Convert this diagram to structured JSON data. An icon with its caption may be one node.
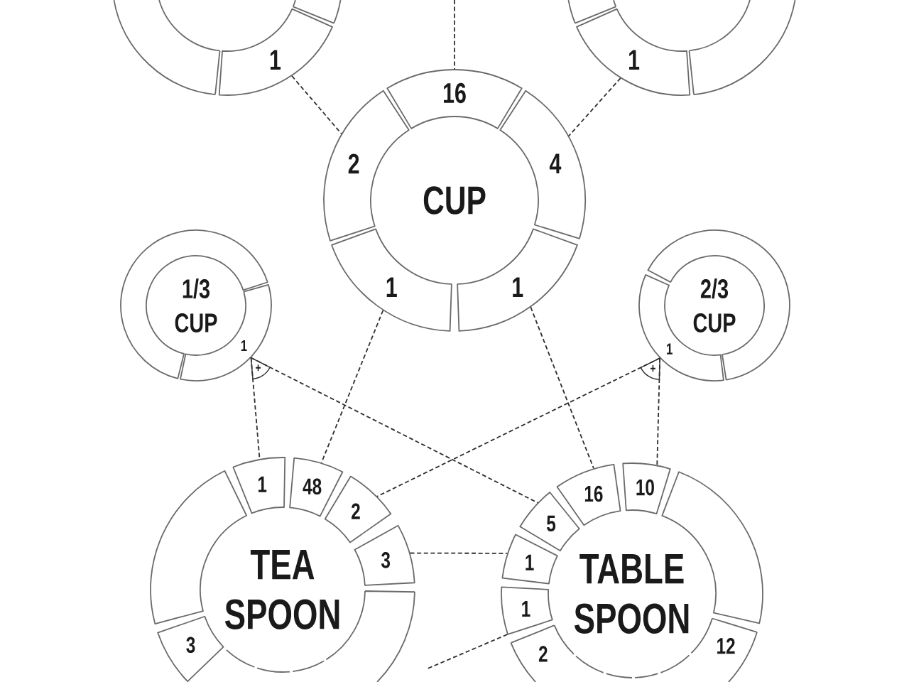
{
  "diagram": {
    "nodes": [
      {
        "text": [],
        "shape": "arc"
      },
      {
        "text": [
          "1"
        ]
      },
      {
        "text": [],
        "shape": "arc"
      },
      {
        "text": [],
        "shape": "arc"
      },
      {
        "text": [
          "1"
        ]
      },
      {
        "text": [],
        "shape": "arc"
      },
      {
        "text": [
          "CUP"
        ]
      },
      {
        "text": [
          "16"
        ],
        "in": 6
      },
      {
        "text": [
          "2"
        ],
        "in": 6
      },
      {
        "text": [
          "4"
        ],
        "in": 6
      },
      {
        "text": [
          "1"
        ],
        "in": 6
      },
      {
        "text": [
          "1"
        ],
        "in": 6
      },
      {
        "text": [
          "1/3 CUP"
        ]
      },
      {
        "text": [],
        "shape": "arc",
        "in": 12
      },
      {
        "text": [
          "1"
        ],
        "in": 12
      },
      {
        "text": [
          "2/3 CUP"
        ]
      },
      {
        "text": [
          "1"
        ],
        "in": 15
      },
      {
        "text": [],
        "shape": "arc",
        "in": 15
      },
      {
        "text": [
          "TEA SPOON"
        ]
      },
      {
        "text": [
          "1"
        ],
        "in": 18
      },
      {
        "text": [
          "48"
        ],
        "in": 18
      },
      {
        "text": [],
        "shape": "arc",
        "in": 18
      },
      {
        "text": [
          "2"
        ],
        "in": 18
      },
      {
        "text": [
          "3"
        ],
        "in": 18
      },
      {
        "text": [],
        "shape": "arc",
        "in": 18
      },
      {
        "text": [
          "3"
        ],
        "in": 18
      },
      {
        "text": [],
        "shape": "arc",
        "in": 18
      },
      {
        "text": [],
        "shape": "arc",
        "in": 18
      },
      {
        "text": [],
        "shape": "arc",
        "in": 18
      },
      {
        "text": [
          "TABLE SPOON"
        ]
      },
      {
        "text": [
          "16"
        ],
        "in": 29
      },
      {
        "text": [
          "10"
        ],
        "in": 29
      },
      {
        "text": [
          "5"
        ],
        "in": 29
      },
      {
        "text": [],
        "shape": "arc",
        "in": 29
      },
      {
        "text": [
          "1"
        ],
        "in": 29
      },
      {
        "text": [
          "1"
        ],
        "in": 29
      },
      {
        "text": [
          "12"
        ],
        "in": 29
      },
      {
        "text": [
          "2"
        ],
        "in": 29
      },
      {
        "text": [],
        "shape": "arc",
        "in": 29
      },
      {
        "text": [],
        "shape": "arc",
        "in": 29
      },
      {
        "text": [],
        "shape": "arc",
        "in": 29
      },
      {
        "text": [],
        "shape": "arc",
        "in": 29
      }
    ],
    "edges": [
      {
        "from": null,
        "to": 7,
        "arrow": "none"
      },
      {
        "from": 1,
        "to": 8,
        "arrow": "none"
      },
      {
        "from": 4,
        "to": 9,
        "arrow": "none"
      },
      {
        "from": 10,
        "to": 20,
        "arrow": "none"
      },
      {
        "from": 11,
        "to": 30,
        "arrow": "none"
      },
      {
        "from": 14,
        "to": 19,
        "arrow": "none"
      },
      {
        "from": 14,
        "to": 32,
        "arrow": "none"
      },
      {
        "from": 16,
        "to": 22,
        "arrow": "none"
      },
      {
        "from": 16,
        "to": 31,
        "arrow": "none"
      },
      {
        "from": 23,
        "to": 34,
        "arrow": "none"
      },
      {
        "from": 35,
        "to": 18,
        "arrow": "none"
      }
    ],
    "labels": [
      "+",
      "+"
    ]
  }
}
